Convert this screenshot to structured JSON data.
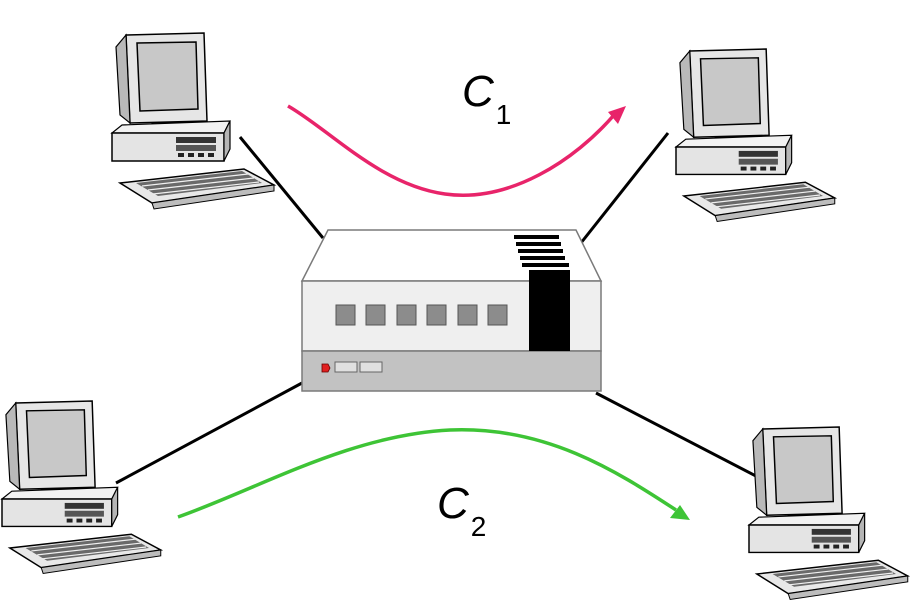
{
  "labels": {
    "c1_main": "C",
    "c1_sub": "1",
    "c2_main": "C",
    "c2_sub": "2"
  },
  "colors": {
    "flow1": "#e8246a",
    "flow2": "#3ec436",
    "cable": "#000000",
    "device_body": "#efefef",
    "device_outline": "#7a7a7a",
    "port": "#8c8c8c",
    "led": "#e02020"
  },
  "nodes": [
    {
      "name": "computer-top-left",
      "icon": "desktop-computer-icon"
    },
    {
      "name": "computer-top-right",
      "icon": "desktop-computer-icon"
    },
    {
      "name": "computer-bottom-left",
      "icon": "desktop-computer-icon"
    },
    {
      "name": "computer-bottom-right",
      "icon": "desktop-computer-icon"
    },
    {
      "name": "network-switch",
      "icon": "switch-icon"
    }
  ]
}
